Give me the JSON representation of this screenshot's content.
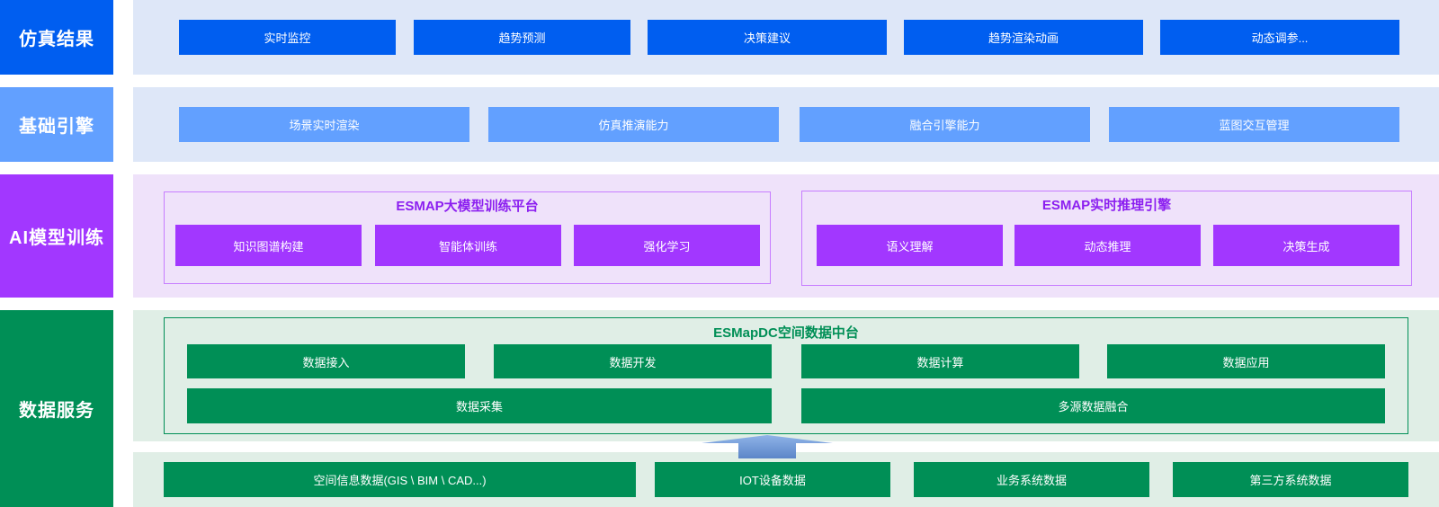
{
  "layers": {
    "sim_results": {
      "label": "仿真结果",
      "items": [
        "实时监控",
        "趋势预测",
        "决策建议",
        "趋势渲染动画",
        "动态调参..."
      ]
    },
    "base_engine": {
      "label": "基础引擎",
      "items": [
        "场景实时渲染",
        "仿真推演能力",
        "融合引擎能力",
        "蓝图交互管理"
      ]
    },
    "ai_training": {
      "label": "AI模型训练",
      "training_platform": {
        "title": "ESMAP大模型训练平台",
        "items": [
          "知识图谱构建",
          "智能体训练",
          "强化学习"
        ]
      },
      "inference_engine": {
        "title": "ESMAP实时推理引擎",
        "items": [
          "语义理解",
          "动态推理",
          "决策生成"
        ]
      },
      "label_short": "AI模型训练"
    },
    "data_service": {
      "label": "数据服务",
      "platform": {
        "title": "ESMapDC空间数据中台",
        "row1": [
          "数据接入",
          "数据开发",
          "数据计算",
          "数据应用"
        ],
        "row2": [
          "数据采集",
          "多源数据融合"
        ]
      },
      "sources": [
        "空间信息数据(GIS \\ BIM \\ CAD...)",
        "IOT设备数据",
        "业务系统数据",
        "第三方系统数据"
      ]
    }
  },
  "colors": {
    "blue_dark": "#005EF0",
    "blue_light": "#62A0FF",
    "blue_bg": "#DEE7F8",
    "purple": "#A237FF",
    "purple_title": "#8C1FF0",
    "purple_bg": "#EFE2FA",
    "green": "#008F56",
    "green_bg": "#E0EEE6"
  }
}
